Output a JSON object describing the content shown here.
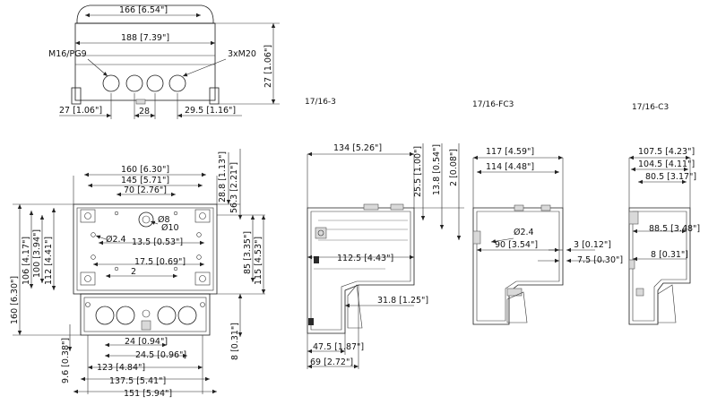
{
  "views": {
    "v1": "17/16-3",
    "v2": "17/16-FC3",
    "v3": "17/16-C3"
  },
  "top_view": {
    "d166": "166 [6.54\"]",
    "d188": "188 [7.39\"]",
    "m16": "M16/PG9",
    "m20": "3xM20",
    "d27h": "27 [1.06\"]",
    "d27l": "27 [1.06\"]",
    "d28": "28",
    "d295": "29.5 [1.16\"]"
  },
  "front_view": {
    "d160": "160 [6.30\"]",
    "d145": "145 [5.71\"]",
    "d70": "70 [2.76\"]",
    "d288": "28.8 [1.13\"]",
    "d563": "56.3 [2.21\"]",
    "phi8": "Ø8",
    "phi10": "Ø10",
    "phi24": "Ø2.4",
    "d135": "13.5 [0.53\"]",
    "d175": "17.5 [0.69\"]",
    "d2": "2",
    "d85": "85 [3.35\"]",
    "d115": "115 [4.53\"]",
    "d160v": "160 [6.30\"]",
    "d106": "106 [4.17\"]",
    "d100": "100 [3.94\"]",
    "d112": "112 [4.41\"]",
    "d24": "24 [0.94\"]",
    "d245": "24.5 [0.96\"]",
    "d123": "123 [4.84\"]",
    "d1375": "137.5 [5.41\"]",
    "d151": "151 [5.94\"]",
    "d96": "9.6 [0.38\"]",
    "d8": "8 [0.31\"]"
  },
  "side_3": {
    "d134": "134 [5.26\"]",
    "d255": "25.5 [1.00\"]",
    "d138": "13.8 [0.54\"]",
    "d2v": "2 [0.08\"]",
    "d1125": "112.5 [4.43\"]",
    "d318": "31.8 [1.25\"]",
    "d475": "47.5 [1.87\"]",
    "d69": "69 [2.72\"]"
  },
  "side_fc3": {
    "d117": "117 [4.59\"]",
    "d114": "114 [4.48\"]",
    "phi24": "Ø2.4",
    "d90": "90 [3.54\"]",
    "d3": "3 [0.12\"]",
    "d75": "7.5 [0.30\"]"
  },
  "side_c3": {
    "d1075": "107.5 [4.23\"]",
    "d1045": "104.5 [4.11\"]",
    "d805": "80.5 [3.17\"]",
    "d885": "88.5 [3.48\"]",
    "d8": "8 [0.31\"]"
  }
}
